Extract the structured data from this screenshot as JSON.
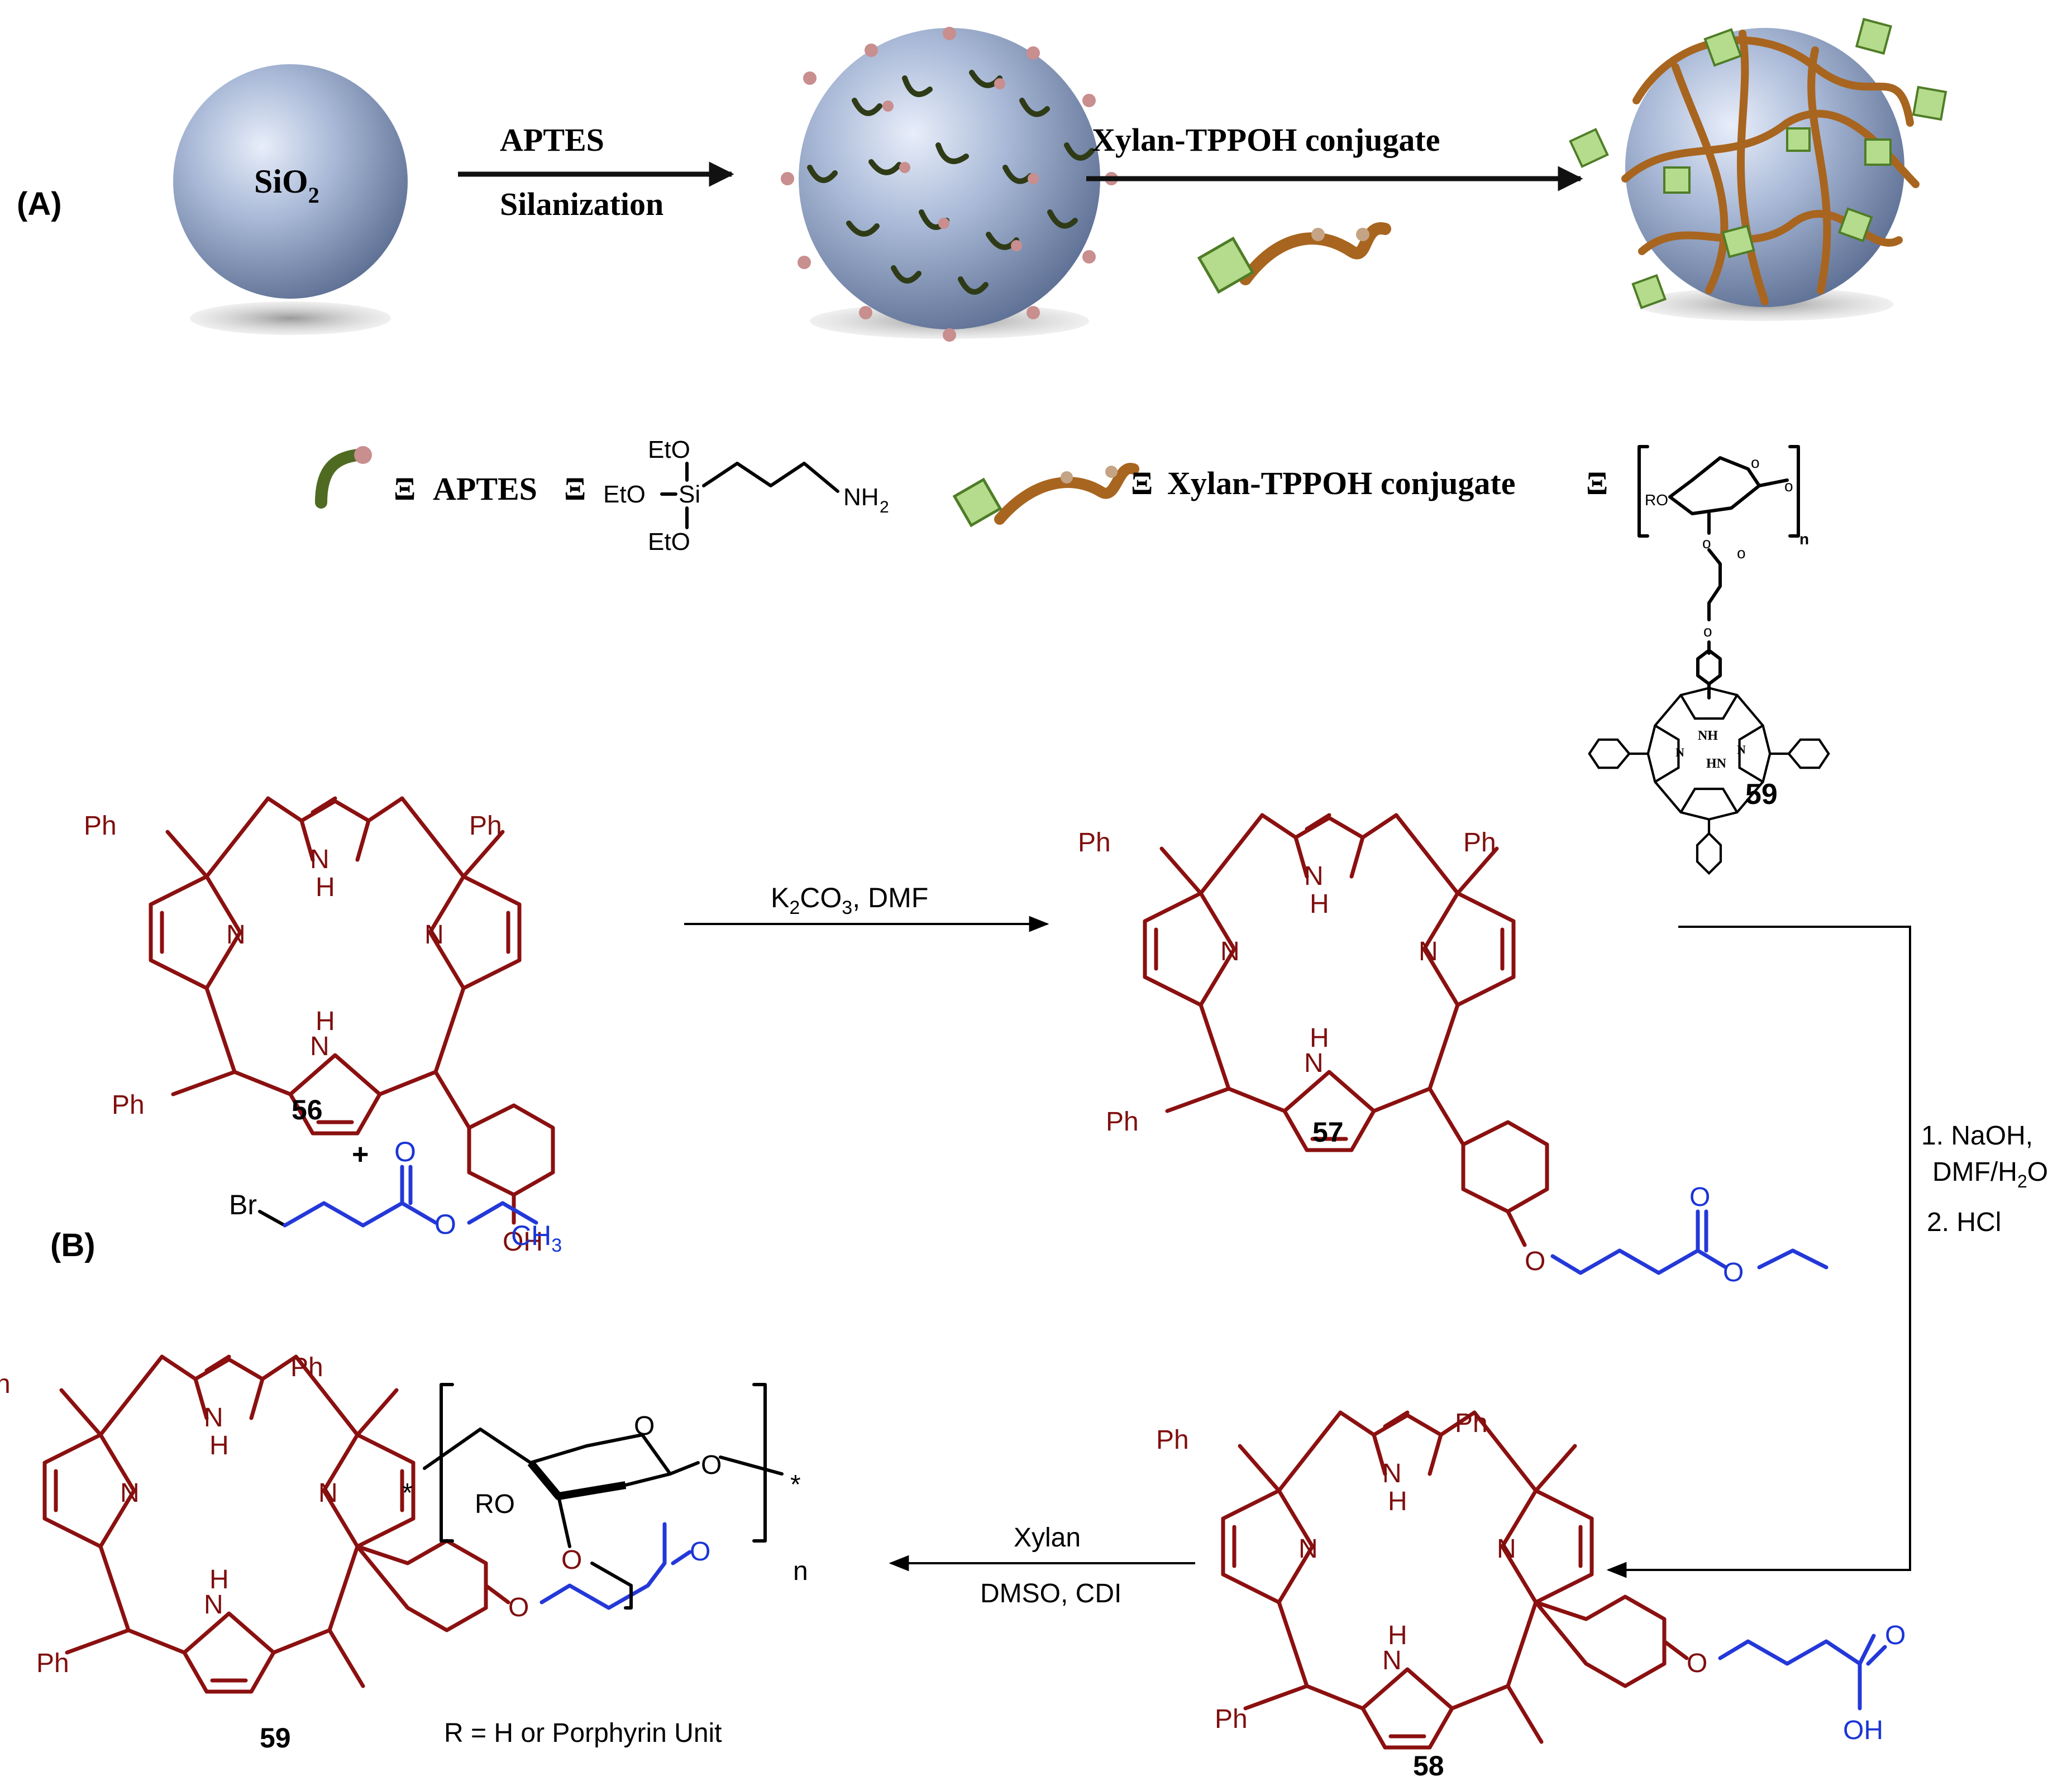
{
  "panels": {
    "A": "(A)",
    "B": "(B)"
  },
  "scheme_a": {
    "sphere_label_main": "SiO",
    "sphere_label_sub": "2",
    "step1_top": "APTES",
    "step1_bottom": "Silanization",
    "step2_top": "Xylan-TPPOH  conjugate",
    "legend_equiv": "Ξ",
    "legend_aptes": "APTES",
    "legend_conjugate": "Xylan-TPPOH  conjugate",
    "aptes_groups": {
      "eto_top": "EtO",
      "eto_left": "EtO",
      "eto_bottom": "EtO",
      "si": "Si",
      "nh2_main": "NH",
      "nh2_sub": "2"
    },
    "conjugate_labels": {
      "ro": "RO",
      "o_ring": "o",
      "o_link": "o",
      "n": "n",
      "o_ester": "o",
      "o_carbonyl": "o",
      "o_ether": "o",
      "nh": "NH",
      "hn": "HN",
      "n1": "N",
      "n2": "N"
    },
    "compound_top_right": "59"
  },
  "scheme_b": {
    "reagents_1": {
      "main": "K",
      "sub": "2",
      "rest_a": "CO",
      "sub2": "3",
      "rest_b": ", DMF"
    },
    "reagents_2": {
      "line1": "1. NaOH,",
      "line2_a": "DMF/H",
      "line2_sub": "2",
      "line2_b": "O",
      "line3": "2. HCl"
    },
    "reagents_3": {
      "line1": "Xylan",
      "line2": "DMSO, CDI"
    },
    "plus": "+",
    "bromo": {
      "br": "Br",
      "o_carbonyl": "O",
      "o_ester": "O",
      "ch3_main": "CH",
      "ch3_sub": "3"
    },
    "atoms": {
      "ph": "Ph",
      "n": "N",
      "h": "H",
      "o": "O",
      "oh": "OH",
      "ro": "RO",
      "star": "*",
      "n_repeat": "n"
    },
    "compounds": {
      "c56": "56",
      "c57": "57",
      "c58": "58",
      "c59": "59"
    },
    "r_definition": "R = H or Porphyrin Unit"
  }
}
